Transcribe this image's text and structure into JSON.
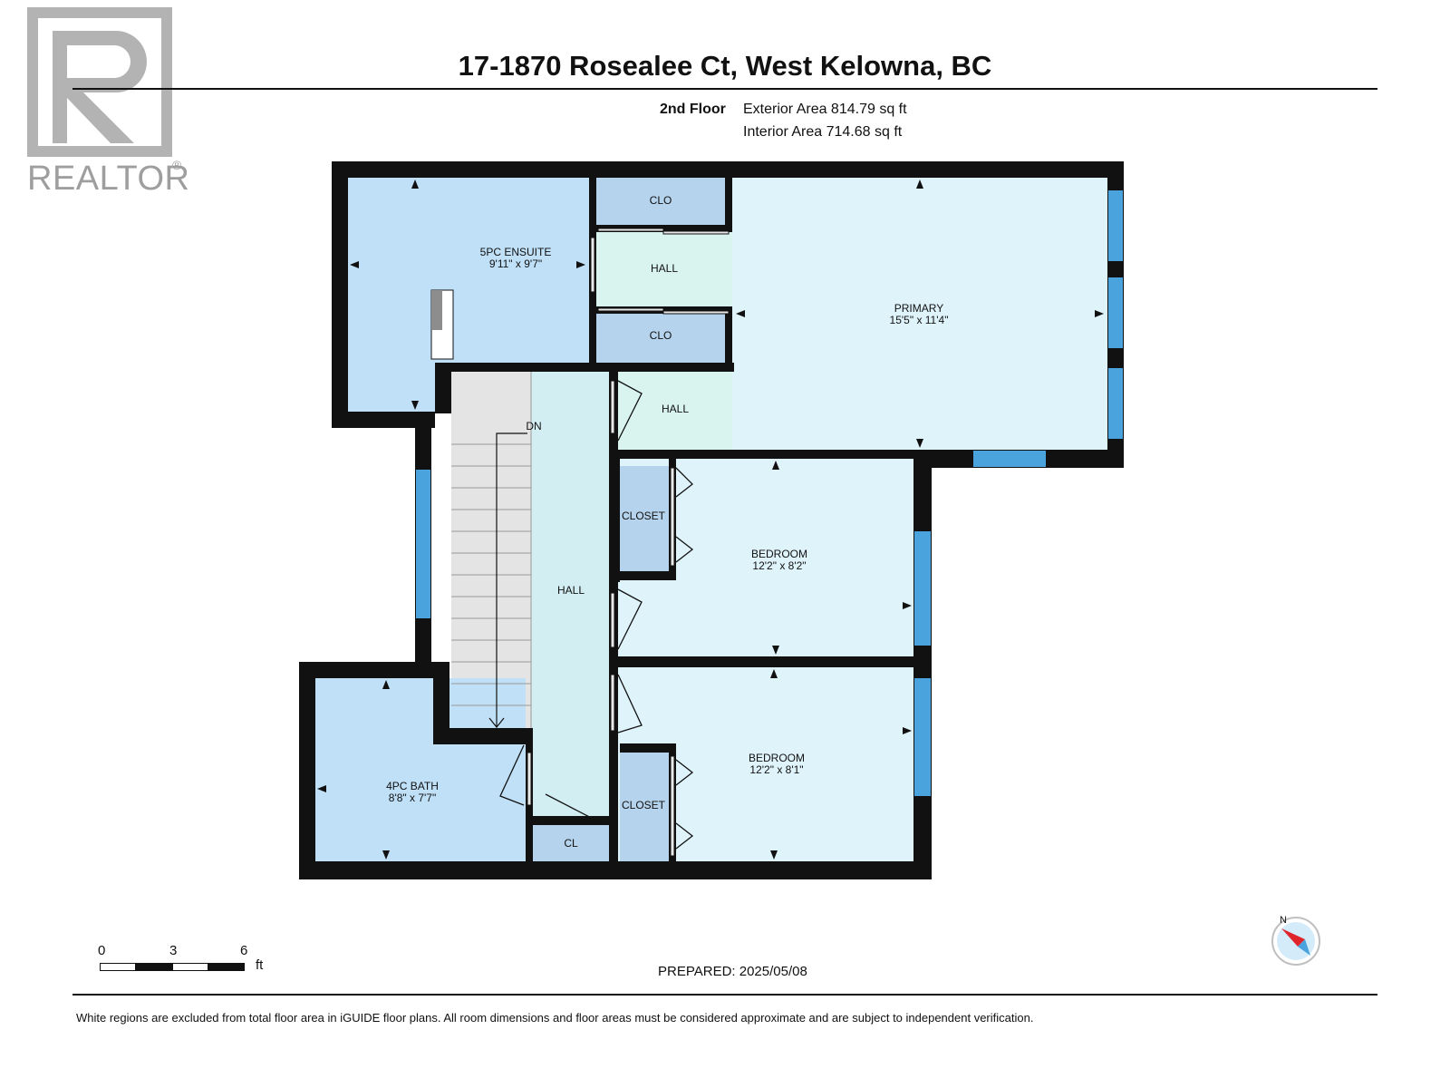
{
  "header": {
    "title": "17-1870 Rosealee Ct, West Kelowna, BC"
  },
  "logo": {
    "text": "REALTOR",
    "reg": "®"
  },
  "floor": {
    "label": "2nd Floor",
    "exterior_area": "Exterior Area 814.79 sq ft",
    "interior_area": "Interior Area 714.68 sq ft"
  },
  "rooms": {
    "ensuite_name": "5PC ENSUITE",
    "ensuite_dims": "9'11\" x 9'7\"",
    "clo_top": "CLO",
    "hall_upper": "HALL",
    "clo_bottom": "CLO",
    "primary_name": "PRIMARY",
    "primary_dims": "15'5\" x 11'4\"",
    "hall_mid": "HALL",
    "stairs_dn": "DN",
    "hall_main": "HALL",
    "closet_1": "CLOSET",
    "bedroom1_name": "BEDROOM",
    "bedroom1_dims": "12'2\" x 8'2\"",
    "bath_name": "4PC BATH",
    "bath_dims": "8'8\" x 7'7\"",
    "closet_2": "CLOSET",
    "bedroom2_name": "BEDROOM",
    "bedroom2_dims": "12'2\" x 8'1\"",
    "cl": "CL"
  },
  "scale": {
    "t0": "0",
    "t3": "3",
    "t6": "6",
    "unit": "ft"
  },
  "prepared": "PREPARED: 2025/05/08",
  "compass": {
    "north": "N"
  },
  "disclaimer": "White regions are excluded from total floor area in iGUIDE floor plans. All room dimensions and floor areas must be considered approximate and are subject to independent verification.",
  "colors": {
    "room_blue": "#bfe0f7",
    "room_light": "#dff3fb",
    "closet_blue": "#b5d3ec",
    "hall_green": "#d9f4ef",
    "hall_cyan": "#d2eef2",
    "stairs": "#e4e4e4",
    "window": "#4aa3dc",
    "wall": "#111111"
  }
}
